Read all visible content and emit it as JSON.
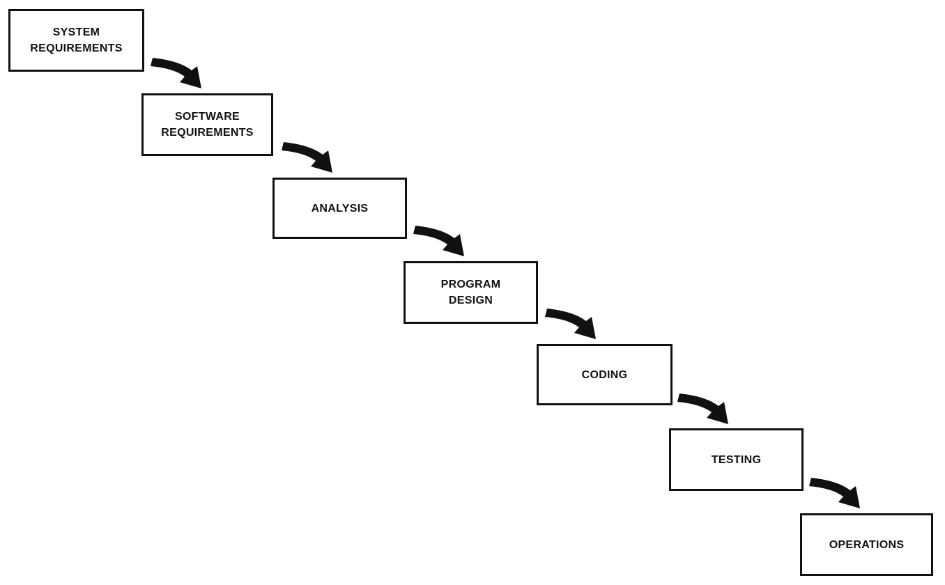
{
  "stages": [
    {
      "line1": "SYSTEM",
      "line2": "REQUIREMENTS"
    },
    {
      "line1": "SOFTWARE",
      "line2": "REQUIREMENTS"
    },
    {
      "line1": "ANALYSIS",
      "line2": ""
    },
    {
      "line1": "PROGRAM",
      "line2": "DESIGN"
    },
    {
      "line1": "CODING",
      "line2": ""
    },
    {
      "line1": "TESTING",
      "line2": ""
    },
    {
      "line1": "OPERATIONS",
      "line2": ""
    }
  ],
  "colors": {
    "ink": "#111111",
    "background": "#ffffff"
  }
}
